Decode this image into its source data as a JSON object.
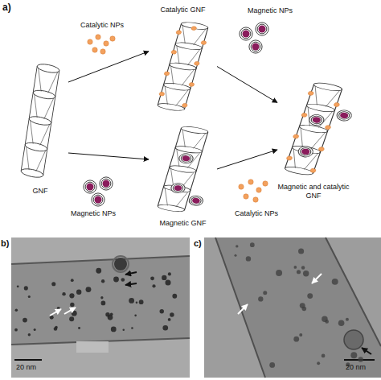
{
  "diagram": {
    "nodes": [
      {
        "text": [
          "GNF"
        ]
      },
      {
        "text": [
          "Catalytic GNF"
        ]
      },
      {
        "text": [
          "Magnetic GNF"
        ]
      },
      {
        "text": [
          "Magnetic and catalytic GNF"
        ]
      }
    ],
    "edges": [
      {
        "from": 0,
        "to": 1,
        "label": "Catalytic NPs",
        "arrow": "to"
      },
      {
        "from": 1,
        "to": 3,
        "label": "Magnetic NPs",
        "arrow": "to"
      },
      {
        "from": 0,
        "to": 2,
        "label": "Magnetic NPs",
        "arrow": "to"
      },
      {
        "from": 2,
        "to": 3,
        "label": "Catalytic NPs",
        "arrow": "to"
      }
    ],
    "labels": [
      "a)",
      "b)",
      "c)",
      "20 nm",
      "20 nm"
    ]
  }
}
